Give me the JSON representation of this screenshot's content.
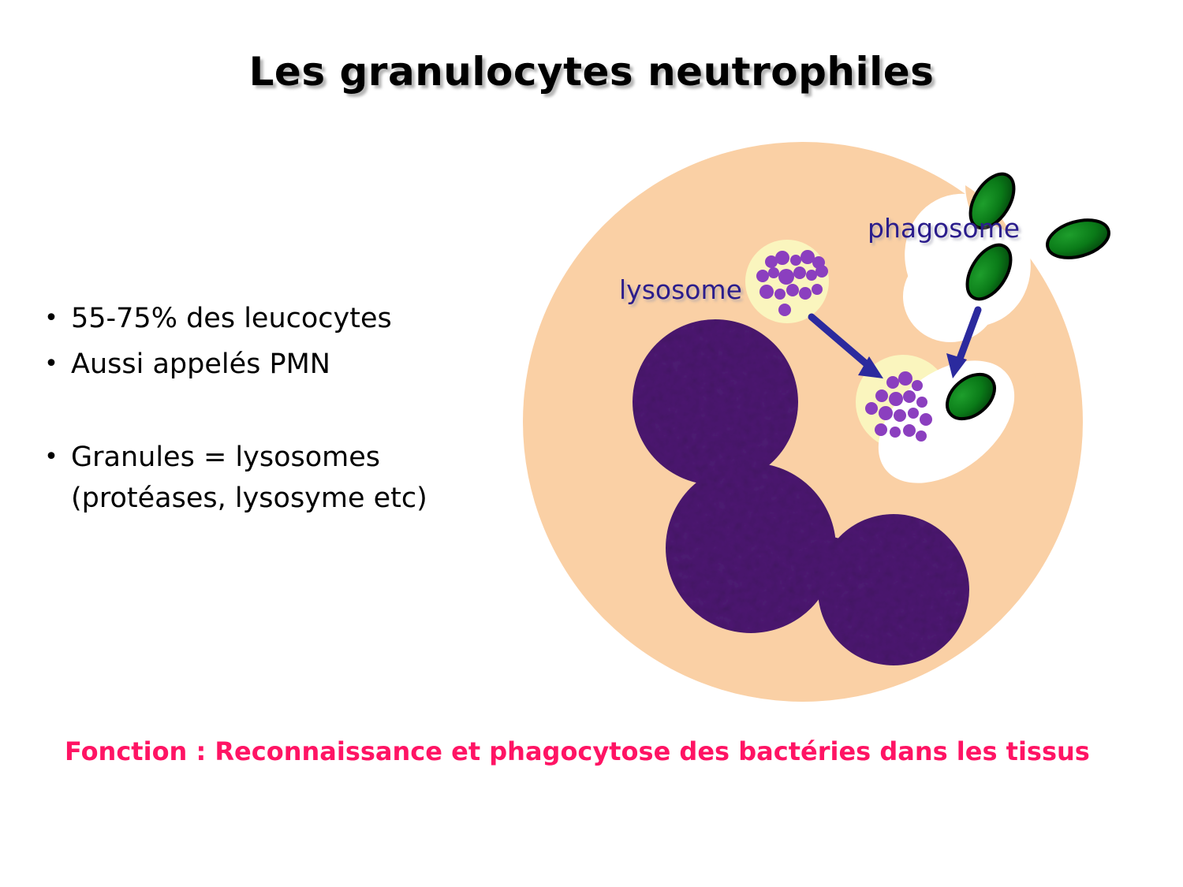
{
  "slide": {
    "title": "Les granulocytes neutrophiles",
    "background_color": "#FFFFFF",
    "title_color": "#000000"
  },
  "bullets": [
    {
      "marker": "•",
      "text": "55-75% des leucocytes",
      "gap_before": false
    },
    {
      "marker": "•",
      "text": "Aussi appelés PMN",
      "gap_before": false
    },
    {
      "marker": "•",
      "text": "Granules = lysosomes\n(protéases, lysosyme etc)",
      "gap_before": true
    }
  ],
  "footer": {
    "text": "Fonction : Reconnaissance et phagocytose des bactéries dans les tissus",
    "color": "#FF1464"
  },
  "figure": {
    "caption_labels": {
      "lysosome": "lysosome",
      "phagosome": "phagosome"
    },
    "label_color": "#2B1D8C",
    "colors": {
      "cytoplasm": "#FAD0A5",
      "nucleus": "#4D1A72",
      "nucleus_dark": "#3B1259",
      "lysosome_fill": "#FAF5BE",
      "granule": "#8B3FBF",
      "bacterium": "#0A7A18",
      "bacterium_dark": "#05450E",
      "vesicle": "#FFFFFF",
      "arrow": "#2B2A9E"
    },
    "parts": [
      {
        "name": "cell-body",
        "kind": "circle",
        "description": "neutrophil cytoplasm"
      },
      {
        "name": "nucleus",
        "kind": "multilobed",
        "lobes": 3,
        "description": "polylobed nucleus"
      },
      {
        "name": "lysosome-free",
        "kind": "circle",
        "description": "lysosome with purple granules"
      },
      {
        "name": "phagocytic-cup",
        "kind": "notch",
        "description": "membrane invagination engulfing bacteria"
      },
      {
        "name": "phagolysosome",
        "kind": "ellipse",
        "description": "fused vesicle with bacterium and granules"
      },
      {
        "name": "bacterium-free",
        "kind": "ellipse",
        "count": 1
      },
      {
        "name": "bacterium-engulfed",
        "kind": "ellipse",
        "count": 2
      },
      {
        "name": "bacterium-digested",
        "kind": "ellipse",
        "count": 1
      },
      {
        "name": "arrow-lysosome-fusion",
        "kind": "arrow"
      },
      {
        "name": "arrow-phagosome-internalization",
        "kind": "arrow"
      }
    ]
  }
}
